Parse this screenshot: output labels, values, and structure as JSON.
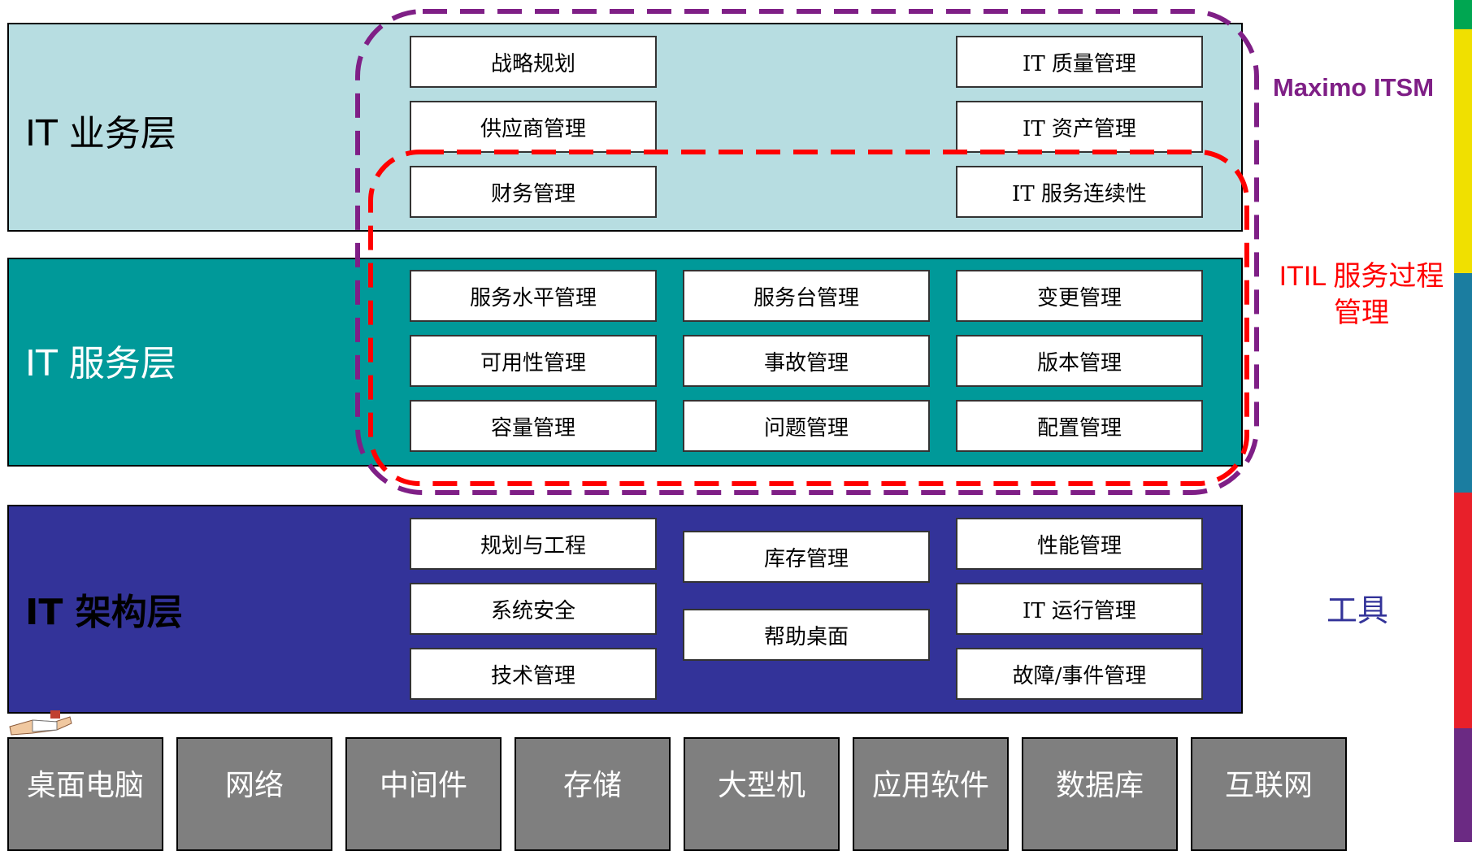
{
  "layers": {
    "business": {
      "title": "IT 业务层",
      "bg": "#b7dde1"
    },
    "service": {
      "title": "IT 服务层",
      "bg": "#009999"
    },
    "infrastructure": {
      "title": "IT 架构层",
      "bg": "#333399"
    }
  },
  "boxes": {
    "strategy_planning": "战略规划",
    "quality_management": "IT 质量管理",
    "supplier_management": "供应商管理",
    "asset_management": "IT 资产管理",
    "financial_management": "财务管理",
    "service_continuity": "IT 服务连续性",
    "service_level_management": "服务水平管理",
    "service_desk_management": "服务台管理",
    "change_management": "变更管理",
    "availability_management": "可用性管理",
    "incident_management": "事故管理",
    "release_management": "版本管理",
    "capacity_management": "容量管理",
    "problem_management": "问题管理",
    "configuration_management": "配置管理",
    "planning_engineering": "规划与工程",
    "inventory_management": "库存管理",
    "performance_management": "性能管理",
    "system_security": "系统安全",
    "it_operations_management": "IT 运行管理",
    "help_desk": "帮助桌面",
    "technical_management": "技术管理",
    "fault_event_management": "故障/事件管理"
  },
  "bottom_items": [
    "桌面电脑",
    "网络",
    "中间件",
    "存储",
    "大型机",
    "应用软件",
    "数据库",
    "互联网"
  ],
  "side_labels": {
    "maximo": "Maximo ITSM",
    "itil_line1": "ITIL 服务过程",
    "itil_line2": "管理",
    "tools": "工具"
  },
  "colors": {
    "maximo_outline": "#7f1f86",
    "itil_outline": "#ff0000",
    "tools_text": "#333399",
    "bottom_box": "#7f7f7f",
    "right_stripes": [
      "#00a651",
      "#f0e000",
      "#1b7da0",
      "#e8202a",
      "#6b2a83"
    ]
  }
}
